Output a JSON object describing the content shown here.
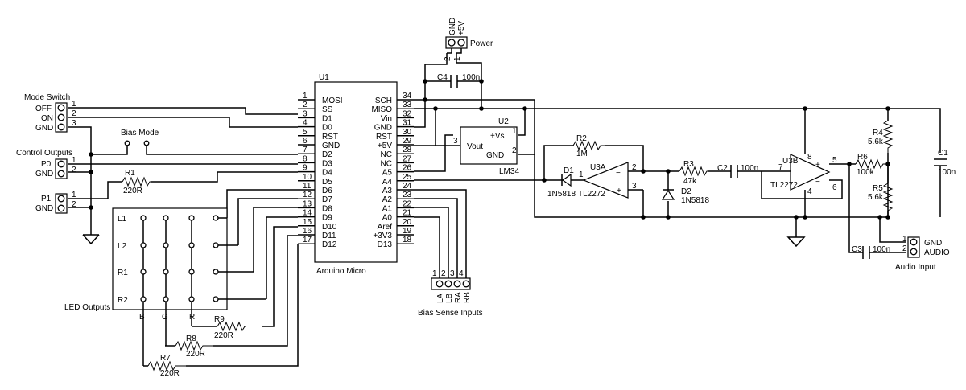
{
  "u1": {
    "ref": "U1",
    "name": "Arduino Micro",
    "left_pins": [
      {
        "num": "1",
        "label": "MOSI"
      },
      {
        "num": "2",
        "label": "SS"
      },
      {
        "num": "3",
        "label": "D1"
      },
      {
        "num": "4",
        "label": "D0"
      },
      {
        "num": "5",
        "label": "RST"
      },
      {
        "num": "6",
        "label": "GND"
      },
      {
        "num": "7",
        "label": "D2"
      },
      {
        "num": "8",
        "label": "D3"
      },
      {
        "num": "9",
        "label": "D4"
      },
      {
        "num": "10",
        "label": "D5"
      },
      {
        "num": "11",
        "label": "D6"
      },
      {
        "num": "12",
        "label": "D7"
      },
      {
        "num": "13",
        "label": "D8"
      },
      {
        "num": "14",
        "label": "D9"
      },
      {
        "num": "15",
        "label": "D10"
      },
      {
        "num": "16",
        "label": "D11"
      },
      {
        "num": "17",
        "label": "D12"
      }
    ],
    "right_pins": [
      {
        "num": "34",
        "label": "SCH"
      },
      {
        "num": "33",
        "label": "MISO"
      },
      {
        "num": "32",
        "label": "Vin"
      },
      {
        "num": "31",
        "label": "GND"
      },
      {
        "num": "30",
        "label": "RST"
      },
      {
        "num": "29",
        "label": "+5V"
      },
      {
        "num": "28",
        "label": "NC"
      },
      {
        "num": "27",
        "label": "NC"
      },
      {
        "num": "26",
        "label": "A5"
      },
      {
        "num": "25",
        "label": "A4"
      },
      {
        "num": "24",
        "label": "A3"
      },
      {
        "num": "23",
        "label": "A2"
      },
      {
        "num": "22",
        "label": "A1"
      },
      {
        "num": "21",
        "label": "A0"
      },
      {
        "num": "20",
        "label": "Aref"
      },
      {
        "num": "19",
        "label": "+3V3"
      },
      {
        "num": "18",
        "label": "D13"
      }
    ]
  },
  "power_header": {
    "title": "Power",
    "pin_gnd": "GND",
    "pin_5v": "+5V",
    "num_2": "2",
    "num_1": "1"
  },
  "mode_switch": {
    "title": "Mode Switch",
    "labels": [
      "OFF",
      "ON",
      "GND"
    ],
    "nums": [
      "1",
      "2",
      "3"
    ]
  },
  "bias_mode": {
    "title": "Bias Mode"
  },
  "control_outputs": {
    "title": "Control Outputs",
    "p0": {
      "labels": [
        "P0",
        "GND"
      ],
      "nums": [
        "1",
        "2"
      ]
    },
    "p1": {
      "labels": [
        "P1",
        "GND"
      ],
      "nums": [
        "1",
        "2"
      ]
    }
  },
  "r1": {
    "ref": "R1",
    "value": "220R"
  },
  "led_outputs": {
    "title": "LED Outputs",
    "row_labels": [
      "L1",
      "L2",
      "R1",
      "R2"
    ],
    "col_labels": [
      "B",
      "G",
      "R"
    ]
  },
  "r7": {
    "ref": "R7",
    "value": "220R"
  },
  "r8": {
    "ref": "R8",
    "value": "220R"
  },
  "r9": {
    "ref": "R9",
    "value": "220R"
  },
  "bias_sense": {
    "title": "Bias Sense Inputs",
    "nums": [
      "1",
      "2",
      "3",
      "4"
    ],
    "labels": [
      "LA",
      "LB",
      "RA",
      "RB"
    ]
  },
  "c4": {
    "ref": "C4",
    "value": "100n"
  },
  "u2": {
    "ref": "U2",
    "name": "LM34",
    "vs": "+Vs",
    "vout": "Vout",
    "gnd": "GND",
    "pin1": "1",
    "pin2": "2",
    "pin3": "3"
  },
  "r2": {
    "ref": "R2",
    "value": "1M"
  },
  "d1": {
    "ref": "D1",
    "value": "1N5818"
  },
  "u3a": {
    "ref": "U3A",
    "name": "TL2272",
    "pin_out": "1",
    "pin_inv": "2",
    "pin_noninv": "3",
    "minus": "−",
    "plus": "+"
  },
  "r3": {
    "ref": "R3",
    "value": "47k"
  },
  "d2": {
    "ref": "D2",
    "value": "1N5818"
  },
  "c2": {
    "ref": "C2",
    "value": "100n"
  },
  "u3b": {
    "ref": "U3B",
    "name": "TL2272",
    "pin_out": "7",
    "pin_noninv": "5",
    "pin_inv": "6",
    "pin_vcc": "8",
    "pin_gnd": "4",
    "minus": "−",
    "plus": "+"
  },
  "r4": {
    "ref": "R4",
    "value": "5.6k"
  },
  "r5": {
    "ref": "R5",
    "value": "5.6k"
  },
  "r6": {
    "ref": "R6",
    "value": "100k"
  },
  "c1": {
    "ref": "C1",
    "value": "100n"
  },
  "c3": {
    "ref": "C3",
    "value": "100n"
  },
  "audio_input": {
    "title": "Audio Input",
    "labels": [
      "GND",
      "AUDIO"
    ],
    "nums": [
      "1",
      "2"
    ]
  }
}
